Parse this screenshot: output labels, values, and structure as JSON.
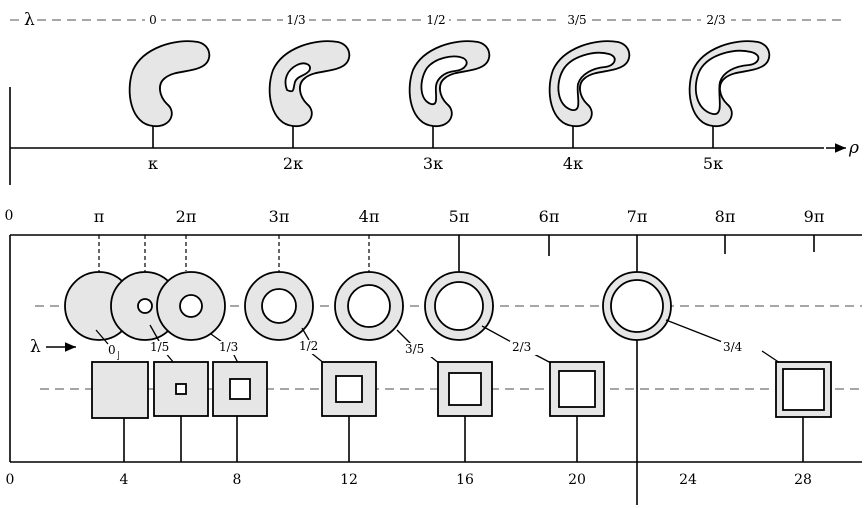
{
  "top_panel": {
    "lambda_symbol": "λ",
    "axis_variable": "ρ",
    "lambda_values": [
      "0",
      "1/3",
      "1/2",
      "3/5",
      "2/3"
    ],
    "axis_labels": [
      "κ",
      "2κ",
      "3κ",
      "4κ",
      "5κ"
    ]
  },
  "bottom_panel": {
    "top_left_label": "0",
    "top_ticks": [
      "π",
      "2π",
      "3π",
      "4π",
      "5π",
      "6π",
      "7π",
      "8π",
      "9π"
    ],
    "bottom_ticks": [
      "0",
      "4",
      "8",
      "12",
      "16",
      "20",
      "24",
      "28"
    ],
    "lambda_symbol": "λ",
    "lambda_values": [
      "0",
      "1/5",
      "1/3",
      "1/2",
      "3/5",
      "2/3",
      "3/4"
    ]
  }
}
